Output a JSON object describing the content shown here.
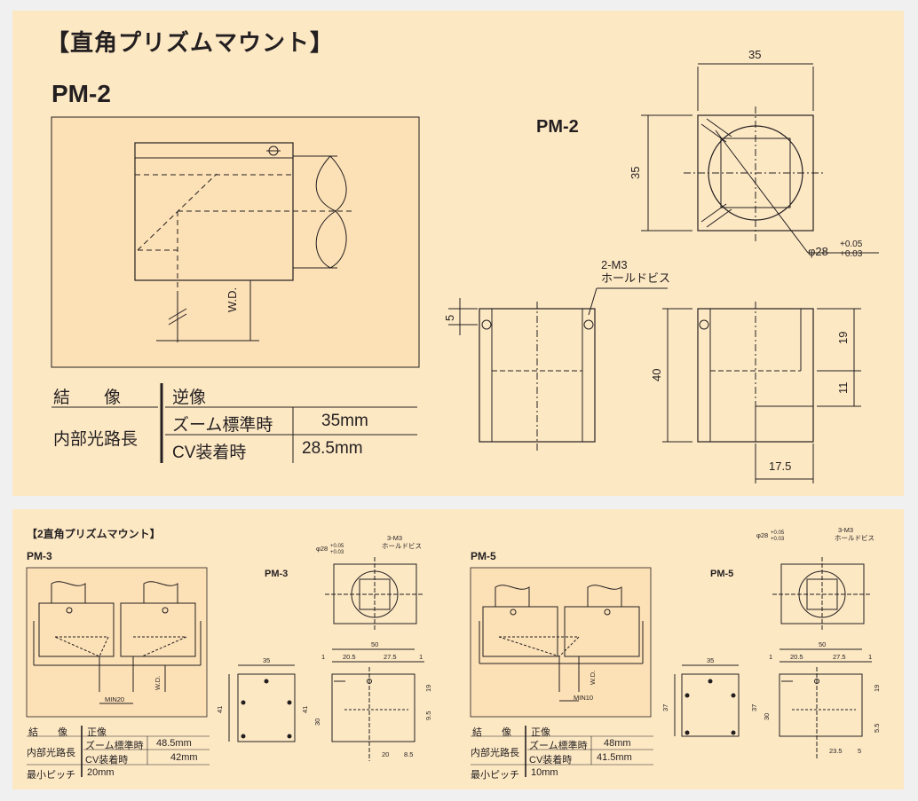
{
  "top": {
    "title": "【直角プリズムマウント】",
    "model_heading": "PM-2",
    "drawing_label": "PM-2",
    "wd_label": "W.D.",
    "table": {
      "row1_label": "結　　像",
      "row1_value": "逆像",
      "row2_label": "内部光路長",
      "row2a_key": "ズーム標準時",
      "row2a_value": "35mm",
      "row2b_key": "CV装着時",
      "row2b_value": "28.5mm"
    },
    "dims": {
      "width_top": "35",
      "height_side": "35",
      "diameter": "φ28",
      "tol_plus": "+0.05",
      "tol_minus": "+0.03",
      "screw": "2-M3",
      "screw_type": "ホールドビス",
      "d5": "5",
      "d40": "40",
      "d19": "19",
      "d11": "11",
      "d17_5": "17.5"
    }
  },
  "bottom": {
    "title": "【2直角プリズムマウント】",
    "pm3": {
      "heading": "PM-3",
      "drawing_label": "PM-3",
      "min_label": "MIN20",
      "wd_label": "W.D.",
      "table": {
        "r1_label": "結　　像",
        "r1_value": "正像",
        "r2_label": "内部光路長",
        "r2a_key": "ズーム標準時",
        "r2a_value": "48.5mm",
        "r2b_key": "CV装着時",
        "r2b_value": "42mm",
        "r3_label": "最小ピッチ",
        "r3_value": "20mm"
      },
      "dims": {
        "diameter": "φ28",
        "tol_plus": "+0.05",
        "tol_minus": "+0.03",
        "screw": "3-M3",
        "screw_type": "ホールドビス",
        "w35": "35",
        "h41": "41",
        "w50": "50",
        "w1a": "1",
        "w20_5": "20.5",
        "w27_5": "27.5",
        "w1b": "1",
        "h41b": "41",
        "h30": "30",
        "h19": "19",
        "h9_5": "9.5",
        "w20": "20",
        "w8_5": "8.5"
      }
    },
    "pm5": {
      "heading": "PM-5",
      "drawing_label": "PM-5",
      "min_label": "MIN10",
      "wd_label": "W.D.",
      "table": {
        "r1_label": "結　　像",
        "r1_value": "正像",
        "r2_label": "内部光路長",
        "r2a_key": "ズーム標準時",
        "r2a_value": "48mm",
        "r2b_key": "CV装着時",
        "r2b_value": "41.5mm",
        "r3_label": "最小ピッチ",
        "r3_value": "10mm"
      },
      "dims": {
        "diameter": "φ28",
        "tol_plus": "+0.05",
        "tol_minus": "+0.03",
        "screw": "3-M3",
        "screw_type": "ホールドビス",
        "w35": "35",
        "h37": "37",
        "w50": "50",
        "w1a": "1",
        "w20_5": "20.5",
        "w27_5": "27.5",
        "w1b": "1",
        "h37b": "37",
        "h30": "30",
        "h19": "19",
        "h5_5": "5.5",
        "w23_5": "23.5",
        "w5": "5"
      }
    }
  }
}
